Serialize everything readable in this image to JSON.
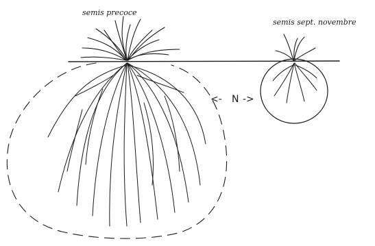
{
  "labels": {
    "left_plant": "semis precoce",
    "right_plant": "semis sept. novembre",
    "spacing_letter": "N",
    "arrow_left": "<-",
    "arrow_right": "->"
  },
  "colors": {
    "ink": "#1a1a1a",
    "paper": "#ffffff"
  }
}
